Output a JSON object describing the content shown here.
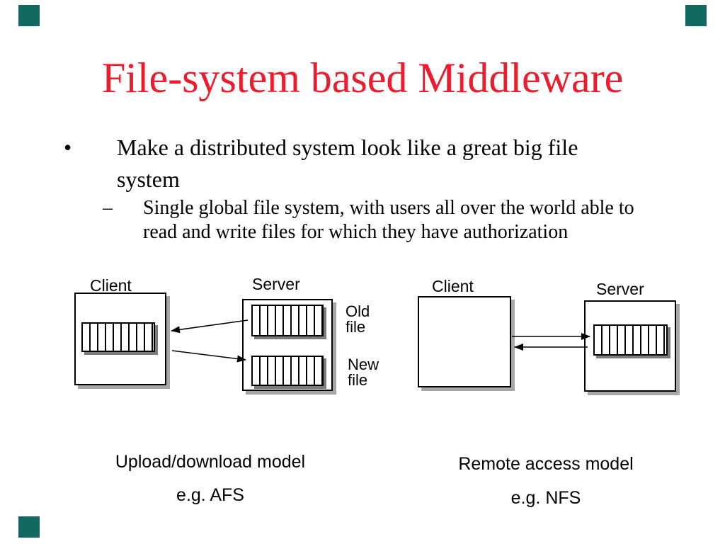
{
  "slide": {
    "title": "File-system based Middleware",
    "title_color": "#ed1b2c",
    "background_color": "#ffffff",
    "corner_marker_color": "#11695f"
  },
  "bullets": {
    "main": {
      "glyph": "•",
      "lines": [
        "Make a distributed system look like a great big file",
        "system"
      ]
    },
    "sub": {
      "glyph": "–",
      "lines": [
        "Single global file system, with users all over the world able to",
        "read and write files for which they have authorization"
      ]
    }
  },
  "diagrams": {
    "left": {
      "client_label": "Client",
      "server_label": "Server",
      "old_file_label": {
        "lines": [
          "Old",
          "file"
        ]
      },
      "new_file_label": {
        "lines": [
          "New",
          "file"
        ]
      },
      "caption": "Upload/download model",
      "example": "e.g. AFS"
    },
    "right": {
      "client_label": "Client",
      "server_label": "Server",
      "caption": "Remote access model",
      "example": "e.g. NFS"
    }
  }
}
